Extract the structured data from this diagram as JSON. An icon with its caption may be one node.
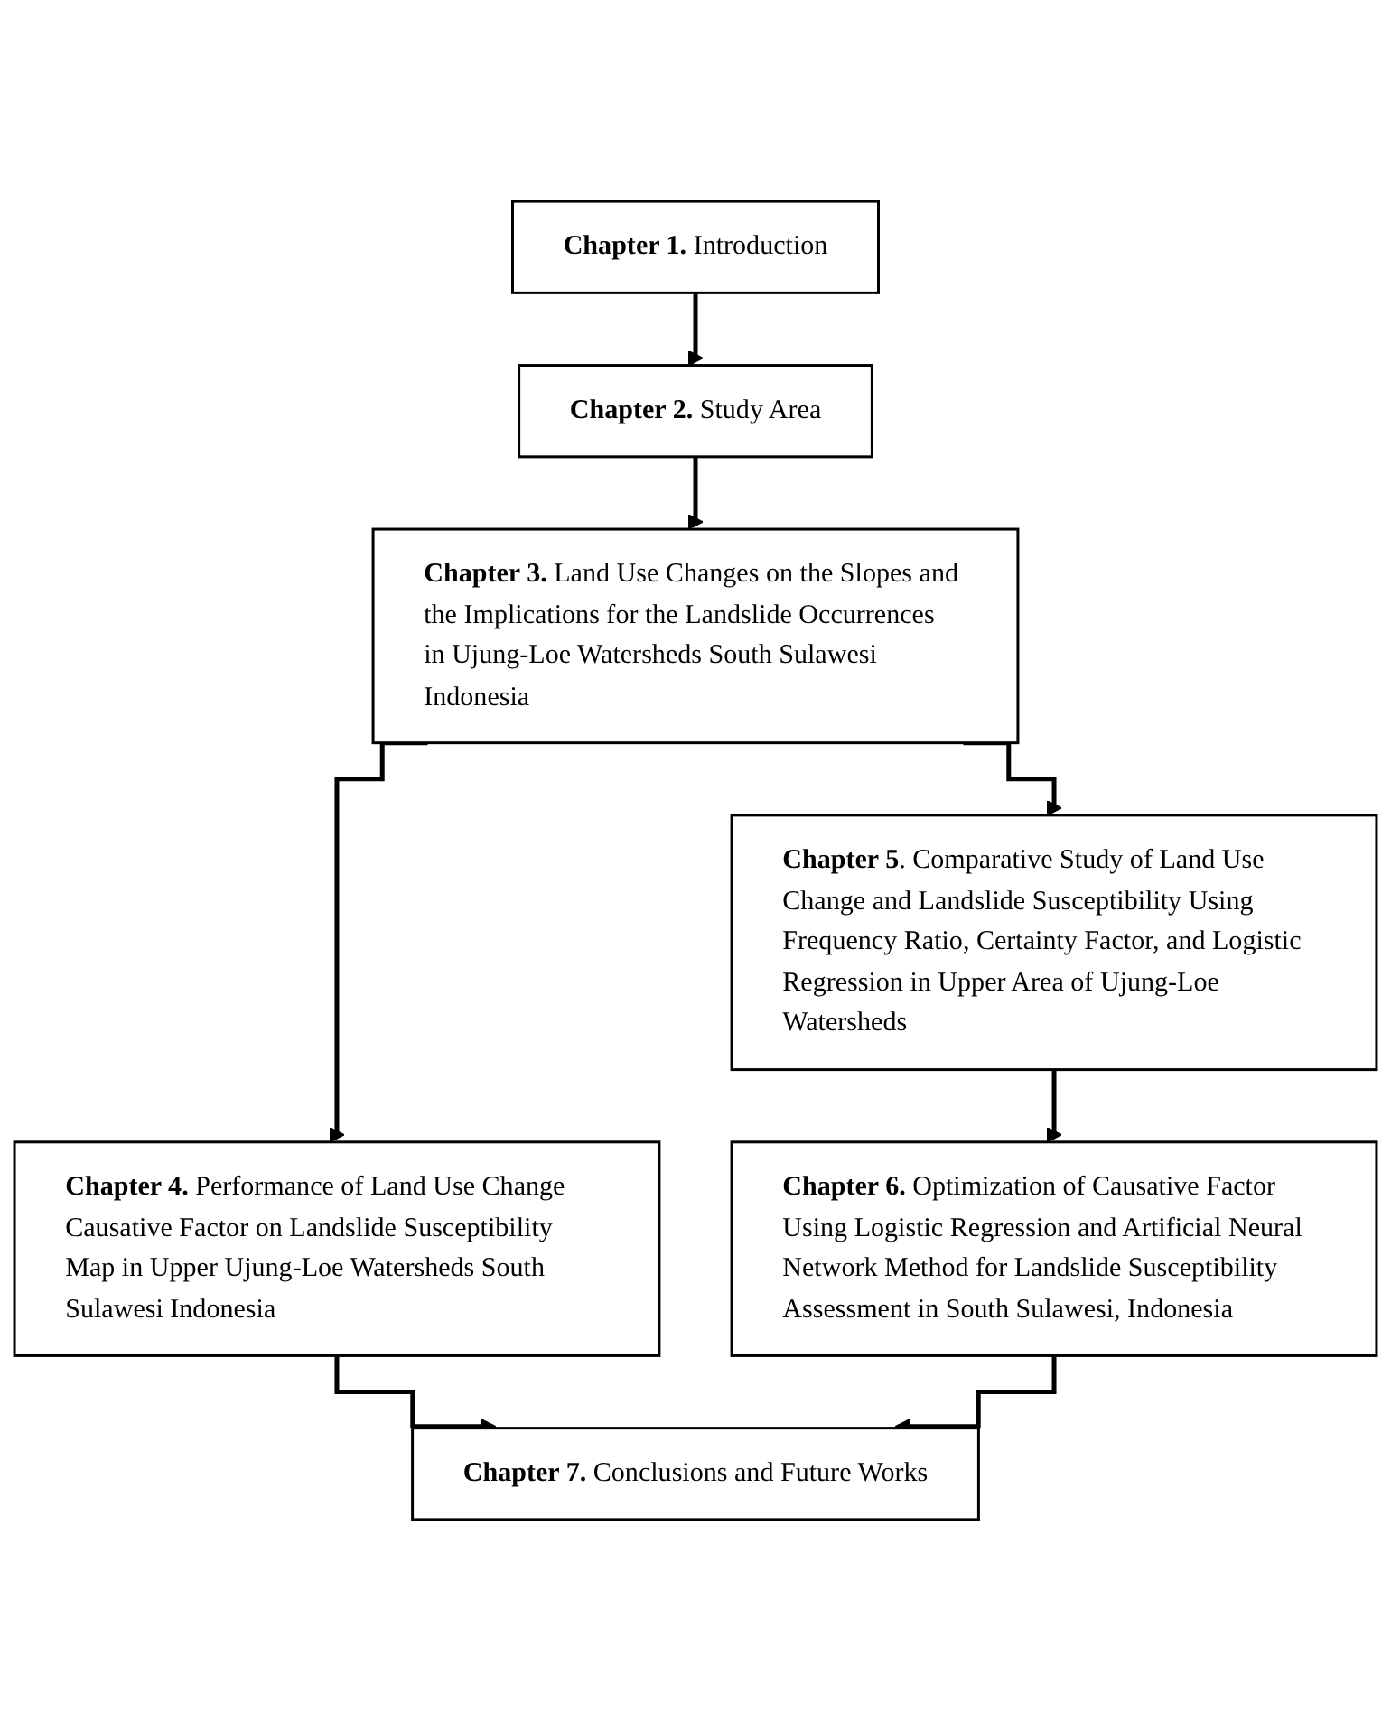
{
  "diagram": {
    "nodes": [
      {
        "text": [
          "**Chapter 1.** Introduction"
        ]
      },
      {
        "text": [
          "**Chapter 2.** Study Area"
        ]
      },
      {
        "text": [
          "**Chapter 3.** Land Use Changes on the Slopes and the Implications for the Landslide Occurrences in Ujung-Loe Watersheds South Sulawesi Indonesia"
        ]
      },
      {
        "text": [
          "**Chapter 4.** Performance of Land Use Change Causative Factor on Landslide Susceptibility Map in Upper Ujung-Loe Watersheds South Sulawesi Indonesia"
        ]
      },
      {
        "text": [
          "**Chapter 5**. Comparative Study of Land Use Change and Landslide Susceptibility Using Frequency Ratio, Certainty Factor, and Logistic Regression in Upper Area of Ujung-Loe Watersheds"
        ]
      },
      {
        "text": [
          "**Chapter 6.** Optimization of Causative Factor Using Logistic Regression and Artificial Neural Network Method for Landslide Susceptibility Assessment in South Sulawesi, Indonesia"
        ]
      },
      {
        "text": [
          "**Chapter 7.** Conclusions and Future Works"
        ]
      }
    ],
    "edges": [
      {
        "from": 0,
        "to": 1,
        "arrow": "to"
      },
      {
        "from": 1,
        "to": 2,
        "arrow": "to"
      },
      {
        "from": 2,
        "to": 3,
        "arrow": "to"
      },
      {
        "from": 2,
        "to": 4,
        "arrow": "to"
      },
      {
        "from": 4,
        "to": 5,
        "arrow": "to"
      },
      {
        "from": 3,
        "to": 6,
        "arrow": "to"
      },
      {
        "from": 5,
        "to": 6,
        "arrow": "to"
      }
    ]
  }
}
